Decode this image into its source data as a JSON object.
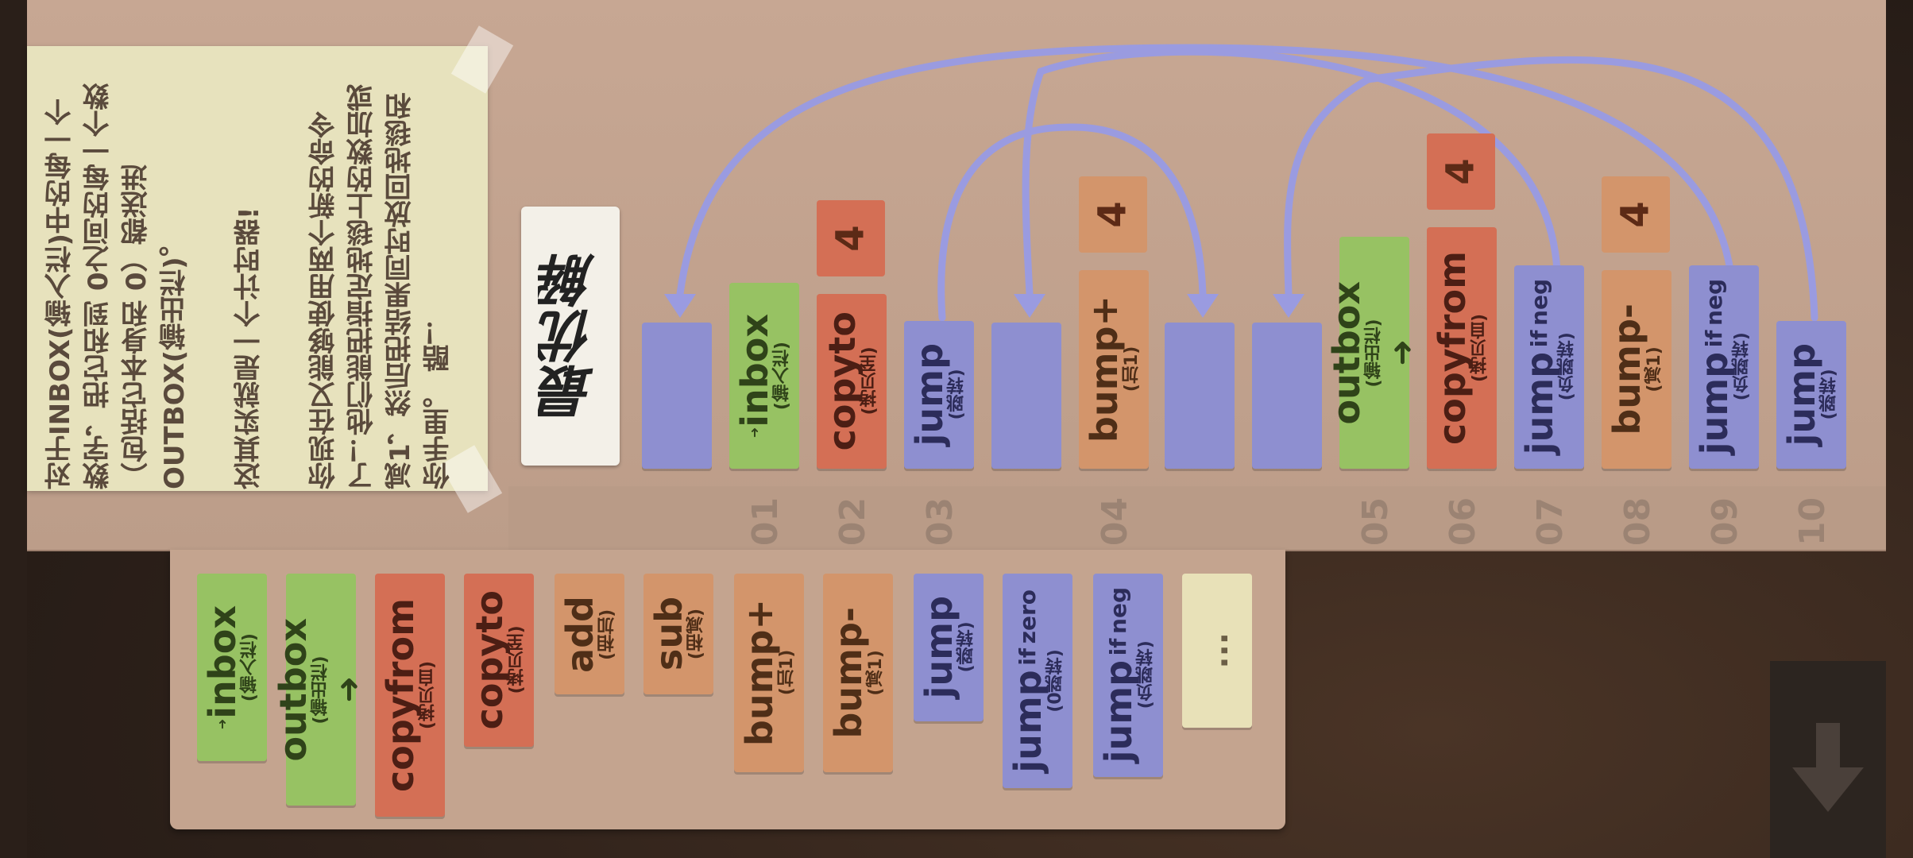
{
  "note": {
    "paragraphs": [
      "对于INBOX(输入栏)中的每一个数字，把它和到 0之间的每一个数（包括它本身和 0）都送进OUTBOX(输出栏)。",
      "这其实就是一个计时器!",
      "你现在又能够使用两个新的命令了！他们能把指定地毯上的数加或减1，然后把结果同时放回地毯和你手里。 酷！"
    ]
  },
  "best_solution_label": "最优解",
  "program": {
    "line_numbers": [
      "01",
      "02",
      "03",
      "04",
      "05",
      "06",
      "07",
      "08",
      "09",
      "10"
    ],
    "labels": {
      "inbox": {
        "cmd": "inbox",
        "sub": "(输入栏)"
      },
      "copyto": {
        "cmd": "copyto",
        "sub": "(拷贝至)",
        "arg": "4"
      },
      "jump1": {
        "cmd": "jump",
        "sub": "(跳转)"
      },
      "bumpplus": {
        "cmd": "bump+",
        "sub": "(加1)",
        "arg": "4"
      },
      "outbox": {
        "cmd": "outbox",
        "sub": "(输出栏)"
      },
      "copyfrom": {
        "cmd": "copyfrom",
        "sub": "(拷贝自)",
        "arg": "4"
      },
      "jumpneg1": {
        "cmd": "jump",
        "cmd2": "if",
        "cmd3": "neg",
        "sub": "(负跳转)"
      },
      "bumpminus": {
        "cmd": "bump-",
        "sub": "(减1)",
        "arg": "4"
      },
      "jumpneg2": {
        "cmd": "jump",
        "cmd2": "if",
        "cmd3": "neg",
        "sub": "(负跳转)"
      },
      "jump2": {
        "cmd": "jump",
        "sub": "(跳转)"
      }
    }
  },
  "palette": {
    "inbox": {
      "cmd": "inbox",
      "sub": "(输入栏)"
    },
    "outbox": {
      "cmd": "outbox",
      "sub": "(输出栏)"
    },
    "copyfrom": {
      "cmd": "copyfrom",
      "sub": "(拷贝自)"
    },
    "copyto": {
      "cmd": "copyto",
      "sub": "(拷贝至)"
    },
    "add": {
      "cmd": "add",
      "sub": "(相加)"
    },
    "sub": {
      "cmd": "sub",
      "sub": "(相减)"
    },
    "bumpplus": {
      "cmd": "bump+",
      "sub": "(加1)"
    },
    "bumpminus": {
      "cmd": "bump-",
      "sub": "(减1)"
    },
    "jump": {
      "cmd": "jump",
      "sub": "(跳转)"
    },
    "jumpzero": {
      "cmd": "jump",
      "cmd2": "if",
      "cmd3": "zero",
      "sub": "(0跳转)"
    },
    "jumpneg": {
      "cmd": "jump",
      "cmd2": "if",
      "cmd3": "neg",
      "sub": "(负跳转)"
    },
    "more": "..."
  },
  "icons": {
    "scroll_down": "down-arrow-icon",
    "inbox_arrow": "arrow-right-icon",
    "outbox_arrow": "arrow-up-icon"
  },
  "colors": {
    "io": "#97c263",
    "copy": "#d46f55",
    "math": "#d3956b",
    "jump": "#8e8fd0",
    "arc": "#9a9be0"
  }
}
